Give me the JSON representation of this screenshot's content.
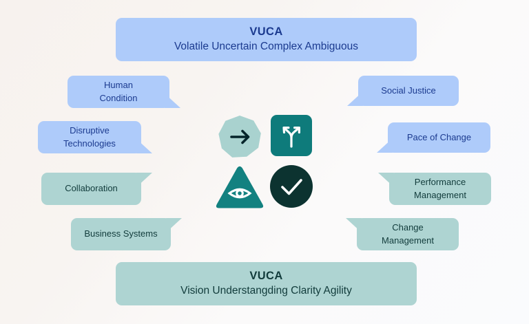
{
  "background": {
    "color_start": "#f7f2ee",
    "color_end": "#fafbfd"
  },
  "palette": {
    "blue_bubble": "#aecbfa",
    "blue_text": "#1b3a8f",
    "teal_bubble": "#aed4d2",
    "teal_text": "#113b3b",
    "teal_solid": "#0e7b7b",
    "teal_light": "#a9d2cf",
    "dark_green": "#0c3330",
    "icon_white": "#ffffff",
    "arrow_dark": "#05242a"
  },
  "banners": {
    "top": {
      "title": "VUCA",
      "subtitle": "Volatile Uncertain Complex Ambiguous"
    },
    "bottom": {
      "title": "VUCA",
      "subtitle": "Vision Understangding Clarity Agility"
    }
  },
  "bubbles": {
    "left": [
      {
        "id": "human",
        "label": "Human\nCondition",
        "color": "blue",
        "tail": "bottom-right"
      },
      {
        "id": "disruptive",
        "label": "Disruptive\nTechnologies",
        "color": "blue",
        "tail": "bottom-right"
      },
      {
        "id": "collab",
        "label": "Collaboration",
        "color": "teal",
        "tail": "top-right"
      },
      {
        "id": "business",
        "label": "Business Systems",
        "color": "teal",
        "tail": "top-right"
      }
    ],
    "right": [
      {
        "id": "social",
        "label": "Social Justice",
        "color": "blue",
        "tail": "bottom-left"
      },
      {
        "id": "pace",
        "label": "Pace of Change",
        "color": "blue",
        "tail": "bottom-left"
      },
      {
        "id": "performance",
        "label": "Performance\nManagement",
        "color": "teal",
        "tail": "top-left"
      },
      {
        "id": "change",
        "label": "Change\nManagement",
        "color": "teal",
        "tail": "top-left"
      }
    ]
  },
  "center_icons": [
    {
      "id": "arrow",
      "name": "arrow-right-icon",
      "shape": "nonagon",
      "fill": "#a9d2cf",
      "glyph": "#05242a"
    },
    {
      "id": "fork",
      "name": "split-path-icon",
      "shape": "rounded-square",
      "fill": "#0e7b7b",
      "glyph": "#ffffff"
    },
    {
      "id": "eye",
      "name": "eye-vision-icon",
      "shape": "triangle",
      "fill": "#138180",
      "glyph": "#ffffff"
    },
    {
      "id": "check",
      "name": "checkmark-icon",
      "shape": "circle",
      "fill": "#0c3330",
      "glyph": "#ffffff"
    }
  ]
}
